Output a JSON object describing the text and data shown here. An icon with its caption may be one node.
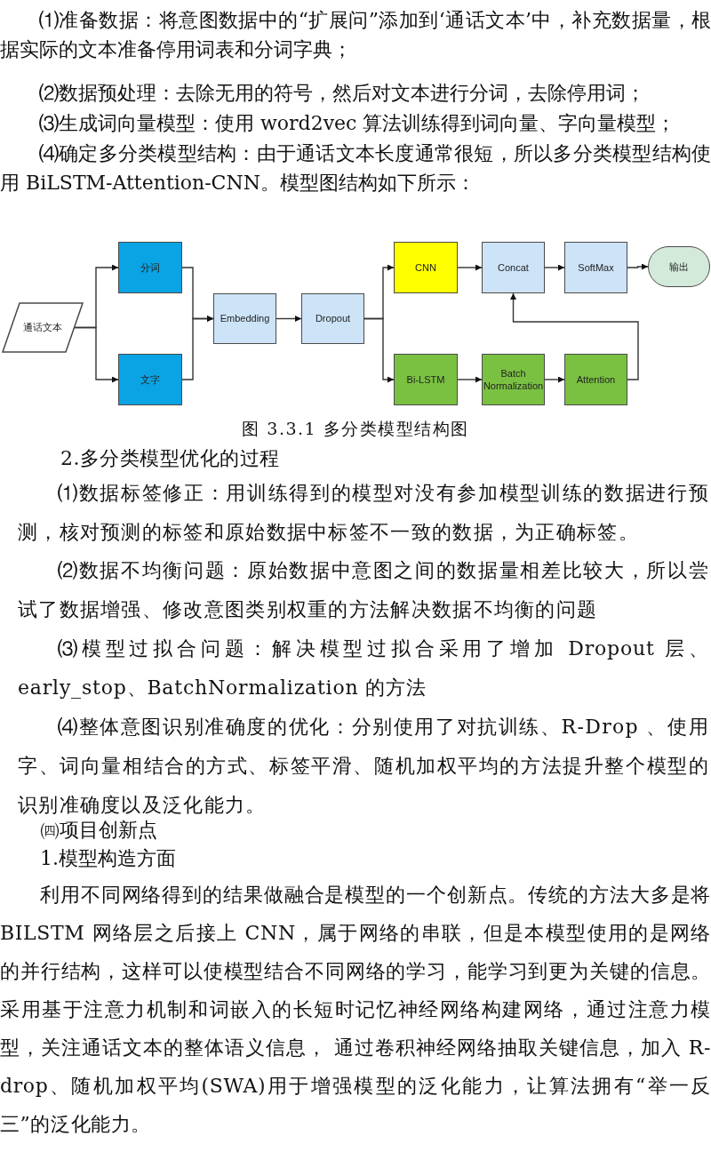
{
  "diagram": {
    "caption": "图 3.3.1 多分类模型结构图",
    "nodes": [
      {
        "text": [
          "通话文本"
        ]
      },
      {
        "text": [
          "分词"
        ]
      },
      {
        "text": [
          "文字"
        ]
      },
      {
        "text": [
          "Embedding"
        ]
      },
      {
        "text": [
          "Dropout"
        ]
      },
      {
        "text": [
          "CNN"
        ]
      },
      {
        "text": [
          "Concat"
        ]
      },
      {
        "text": [
          "SoftMax"
        ]
      },
      {
        "text": [
          "输出"
        ]
      },
      {
        "text": [
          "Bi-LSTM"
        ]
      },
      {
        "text": [
          "Batch Normalization"
        ]
      },
      {
        "text": [
          "Attention"
        ]
      }
    ],
    "edges": [
      {
        "from": 0,
        "to": 1,
        "arrow": "to"
      },
      {
        "from": 0,
        "to": 2,
        "arrow": "to"
      },
      {
        "from": 1,
        "to": 3,
        "arrow": "to"
      },
      {
        "from": 2,
        "to": 3,
        "arrow": "to"
      },
      {
        "from": 3,
        "to": 4,
        "arrow": "to"
      },
      {
        "from": 4,
        "to": 5,
        "arrow": "to"
      },
      {
        "from": 4,
        "to": 9,
        "arrow": "to"
      },
      {
        "from": 5,
        "to": 6,
        "arrow": "to"
      },
      {
        "from": 6,
        "to": 7,
        "arrow": "to"
      },
      {
        "from": 7,
        "to": 8,
        "arrow": "to"
      },
      {
        "from": 9,
        "to": 10,
        "arrow": "to"
      },
      {
        "from": 10,
        "to": 11,
        "arrow": "to"
      },
      {
        "from": 11,
        "to": 6,
        "arrow": "to"
      }
    ],
    "labels": [
      "⑴准备数据：将意图数据中的“扩展问”添加到‘通话文本’中，补充数据量，根据实际的文本准备停用词表和分词字典；",
      "⑵数据预处理：去除无用的符号，然后对文本进行分词，去除停用词；",
      "⑶生成词向量模型：使用 word2vec 算法训练得到词向量、字向量模型；",
      "⑷确定多分类模型结构：由于通话文本长度通常很短，所以多分类模型结构使用 BiLSTM-Attention-CNN。模型图结构如下所示：",
      "2.多分类模型优化的过程",
      "⑴数据标签修正：用训练得到的模型对没有参加模型训练的数据进行预测，核对预测的标签和原始数据中标签不一致的数据，为正确标签。",
      "⑵数据不均衡问题：原始数据中意图之间的数据量相差比较大，所以尝试了数据增强、修改意图类别权重的方法解决数据不均衡的问题",
      "⑶模型过拟合问题：解决模型过拟合采用了增加 Dropout 层、early_stop、BatchNormalization 的方法",
      "⑷整体意图识别准确度的优化：分别使用了对抗训练、R-Drop 、使用字、词向量相结合的方式、标签平滑、随机加权平均的方法提升整个模型的识别准确度以及泛化能力。",
      "㈣项目创新点",
      "1.模型构造方面",
      "利用不同网络得到的结果做融合是模型的一个创新点。传统的方法大多是将BILSTM 网络层之后接上 CNN，属于网络的串联，但是本模型使用的是网络的并行结构，这样可以使模型结合不同网络的学习，能学习到更为关键的信息。采用基于注意力机制和词嵌入的长短时记忆神经网络构建网络，通过注意力模型，关注通话文本的整体语义信息， 通过卷积神经网络抽取关键信息，加入 R-drop、随机加权平均(SWA)用于增强模型的泛化能力，让算法拥有“举一反三”的泛化能力。"
    ]
  }
}
